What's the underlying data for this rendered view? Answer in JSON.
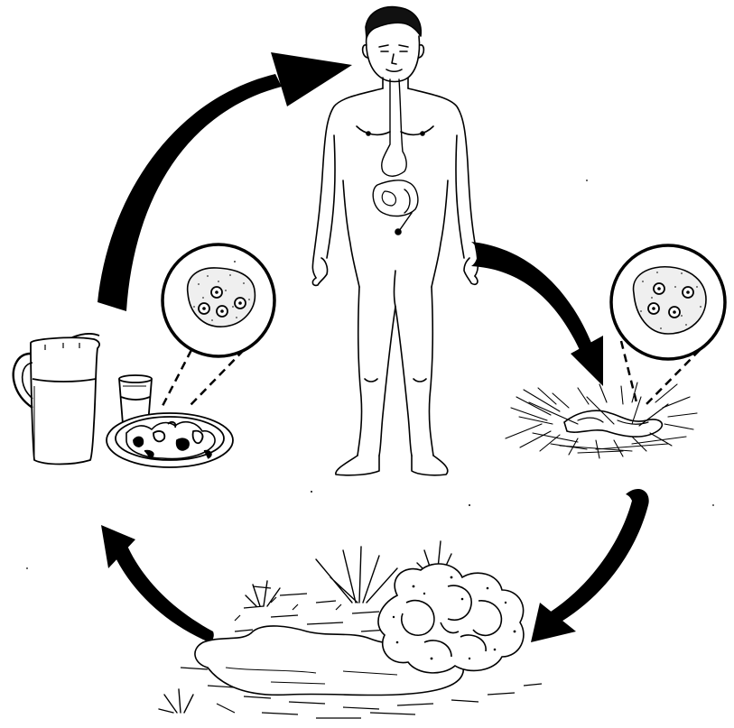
{
  "diagram": {
    "stages": [
      {
        "id": "human-host",
        "icon": "human-figure-icon"
      },
      {
        "id": "feces-in-grass",
        "icon": "feces-icon"
      },
      {
        "id": "contaminated-soil-and-vegetables",
        "icon": "vegetable-garden-icon"
      },
      {
        "id": "contaminated-food-and-water",
        "icon": "food-and-water-icon"
      }
    ],
    "magnified_views": [
      {
        "stage": "contaminated-food-and-water",
        "cyst_count": 4,
        "icon": "cyst-magnified-icon"
      },
      {
        "stage": "feces-in-grass",
        "cyst_count": 4,
        "icon": "cyst-magnified-icon"
      }
    ],
    "arrows": [
      {
        "from": "contaminated-food-and-water",
        "to": "human-host"
      },
      {
        "from": "human-host",
        "to": "feces-in-grass"
      },
      {
        "from": "feces-in-grass",
        "to": "contaminated-soil-and-vegetables"
      },
      {
        "from": "contaminated-soil-and-vegetables",
        "to": "contaminated-food-and-water"
      }
    ],
    "colors": {
      "ink": "#000000",
      "paper": "#ffffff",
      "cyst_fill": "#f2f2f2"
    }
  }
}
